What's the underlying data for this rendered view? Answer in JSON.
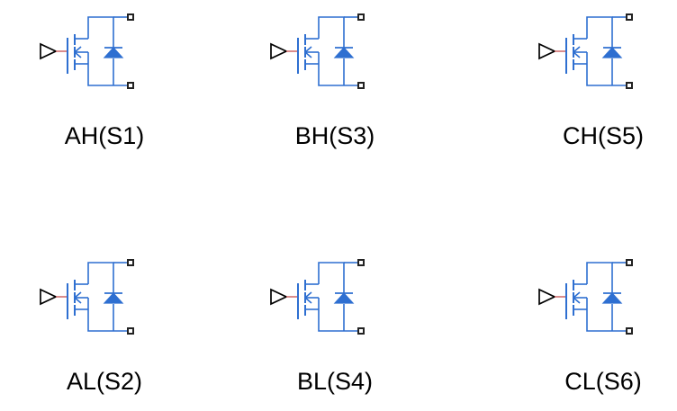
{
  "devices": [
    {
      "id": "ah",
      "label": "AH(S1)"
    },
    {
      "id": "bh",
      "label": "BH(S3)"
    },
    {
      "id": "ch",
      "label": "CH(S5)"
    },
    {
      "id": "al",
      "label": "AL(S2)"
    },
    {
      "id": "bl",
      "label": "BL(S4)"
    },
    {
      "id": "cl",
      "label": "CL(S6)"
    }
  ],
  "colors": {
    "device": "#2e6fd1",
    "gate_port_outline": "#000000",
    "terminal_port_outline": "#222222",
    "gate_wire": "#c04040",
    "label_text": "#000000",
    "background": "#ffffff"
  },
  "icons": {
    "switch_symbol": "mosfet-with-body-diode-icon",
    "gate_input": "input-port-triangle-icon",
    "terminal": "connection-port-square-icon"
  }
}
